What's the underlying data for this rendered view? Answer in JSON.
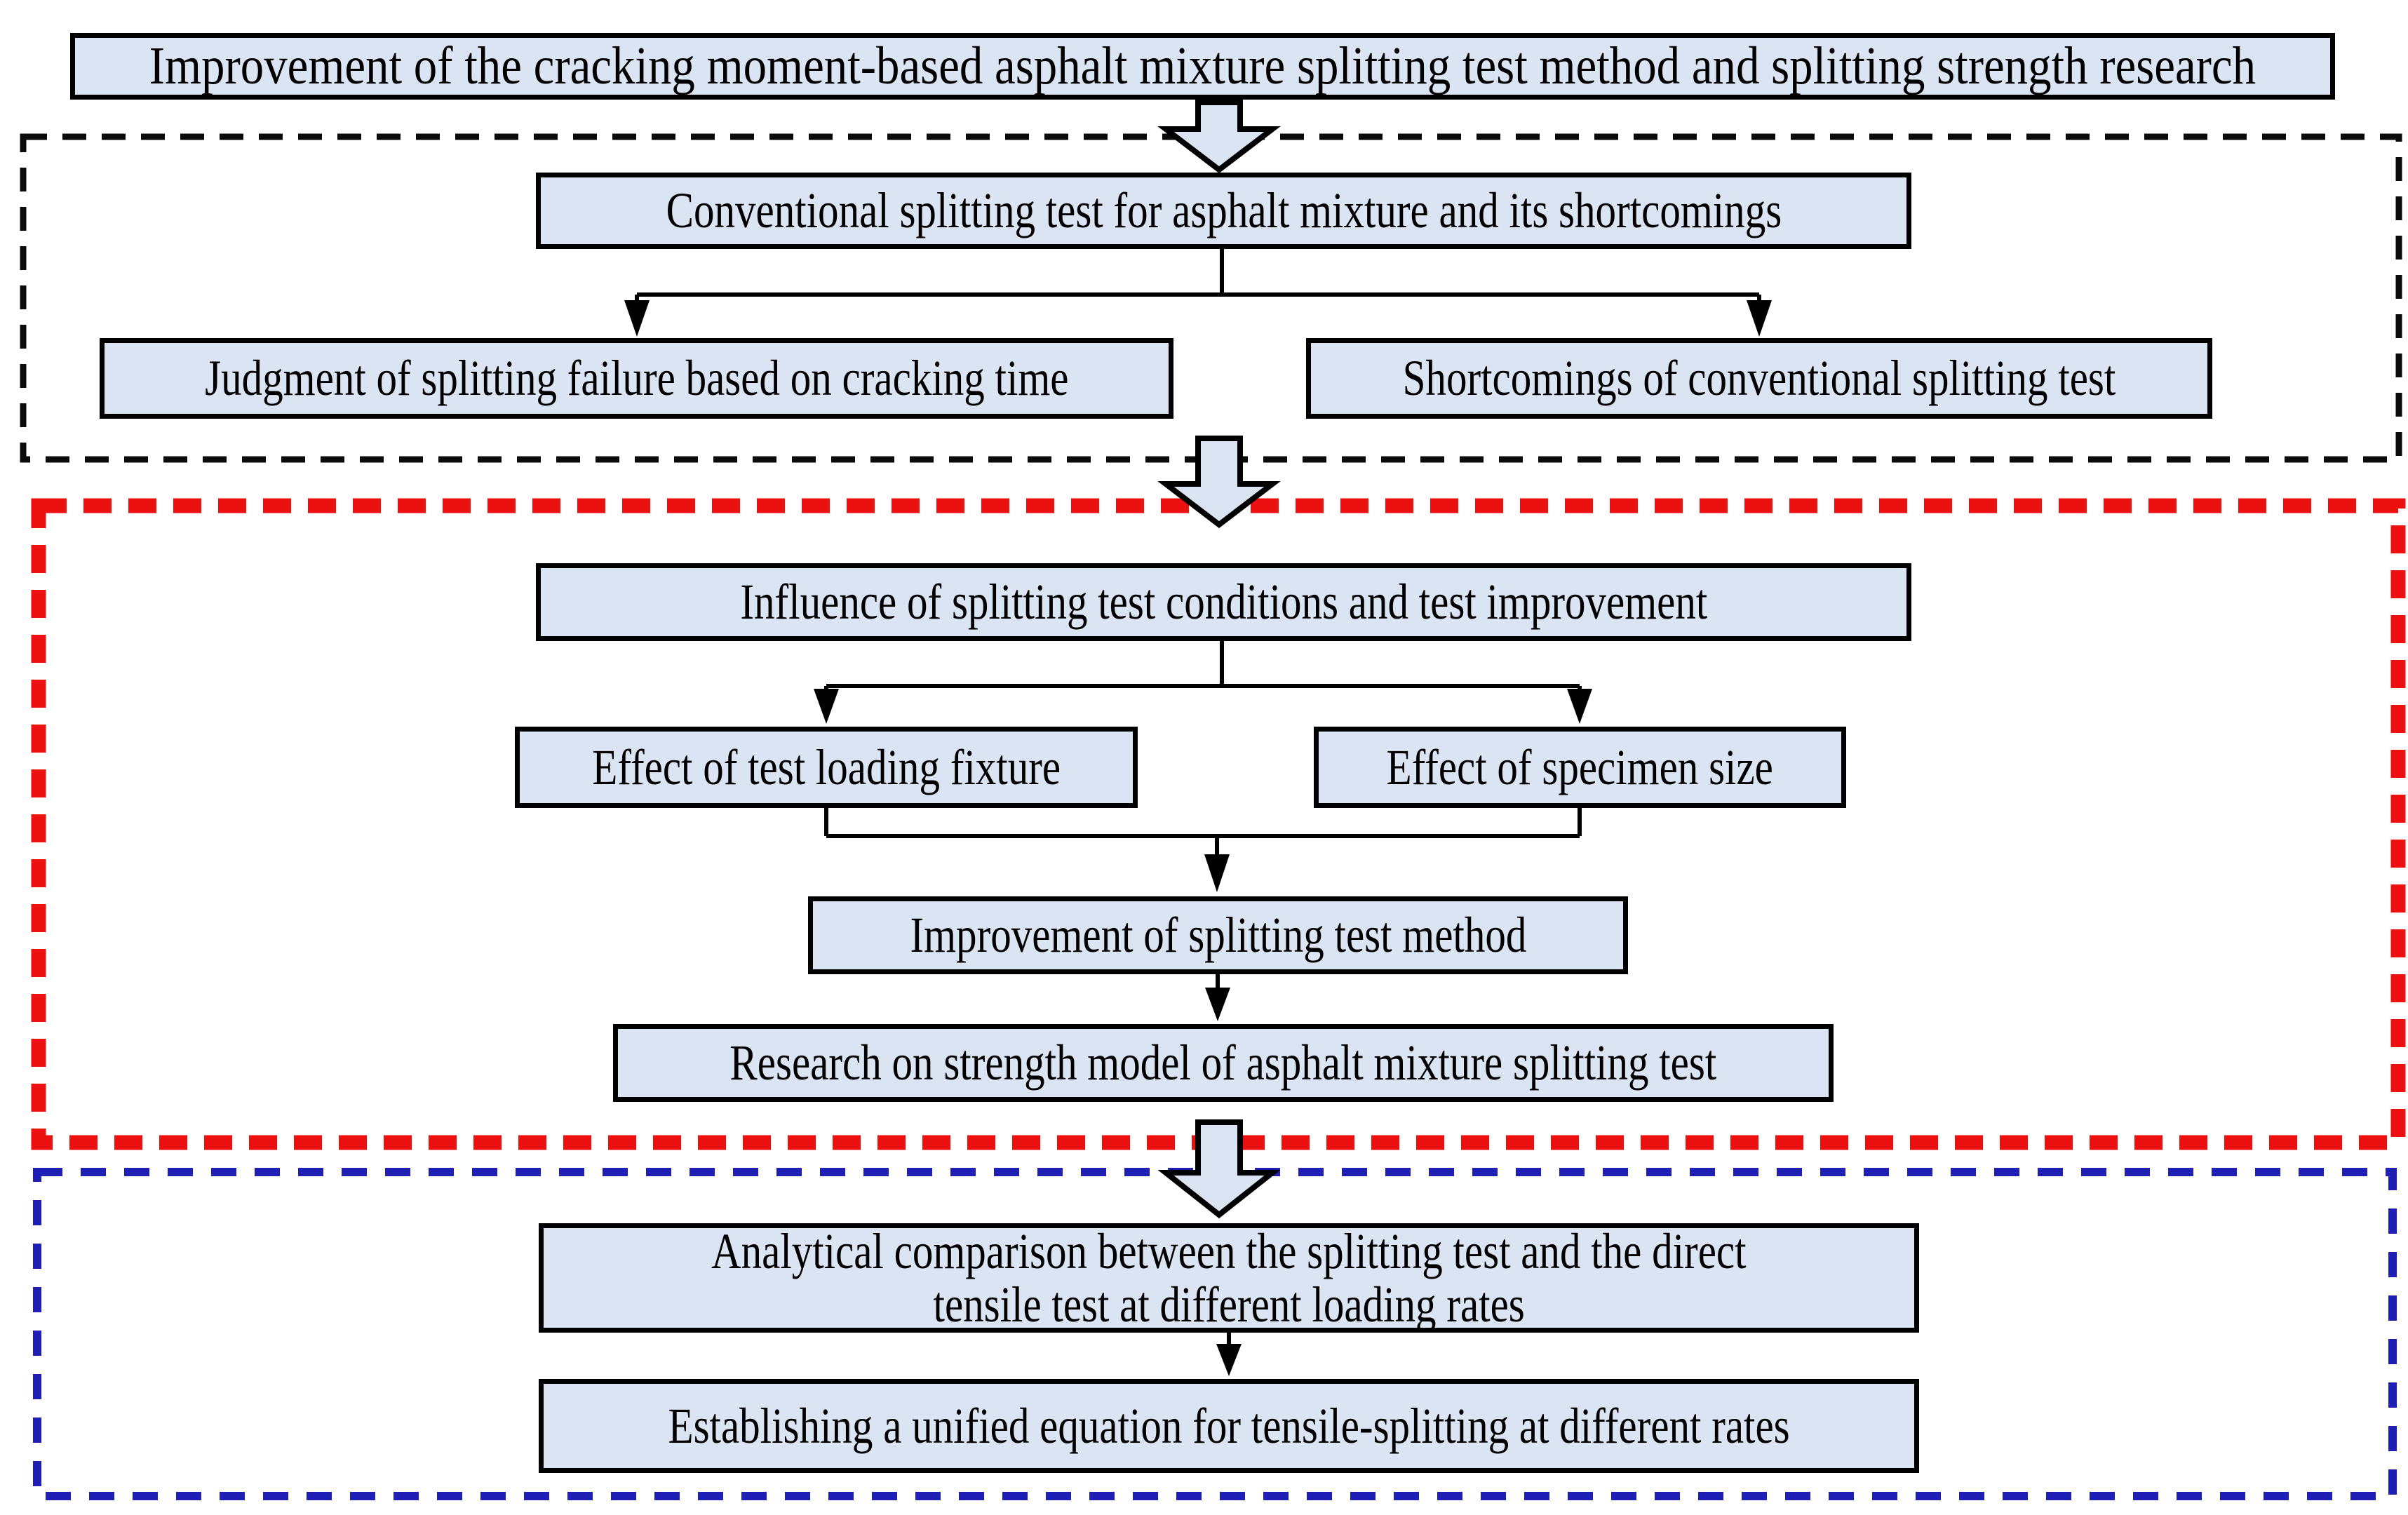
{
  "title": "Improvement of the cracking moment-based asphalt mixture splitting test method and splitting strength research",
  "sections": {
    "conventional": {
      "header": "Conventional splitting test for asphalt mixture and its shortcomings",
      "left": "Judgment of splitting failure based on cracking time",
      "right": "Shortcomings of conventional splitting test"
    },
    "influence": {
      "header": "Influence of splitting test conditions and test improvement",
      "left": "Effect of test loading fixture",
      "right": "Effect of specimen size",
      "merge": "Improvement of splitting test method",
      "outcome": "Research on strength model of asphalt mixture splitting test"
    },
    "comparison": {
      "first_line1": "Analytical comparison between the splitting test and the direct",
      "first_line2": "tensile test at different loading rates",
      "second": "Establishing a unified equation for tensile-splitting at different rates"
    }
  },
  "colors": {
    "box_fill": "#dbe4f2",
    "box_border": "#000000",
    "text_color": "#000000",
    "section1_border": "#0a0a0a",
    "section2_border": "#ed1010",
    "section3_border": "#1f1fb5",
    "connector": "#000000"
  }
}
